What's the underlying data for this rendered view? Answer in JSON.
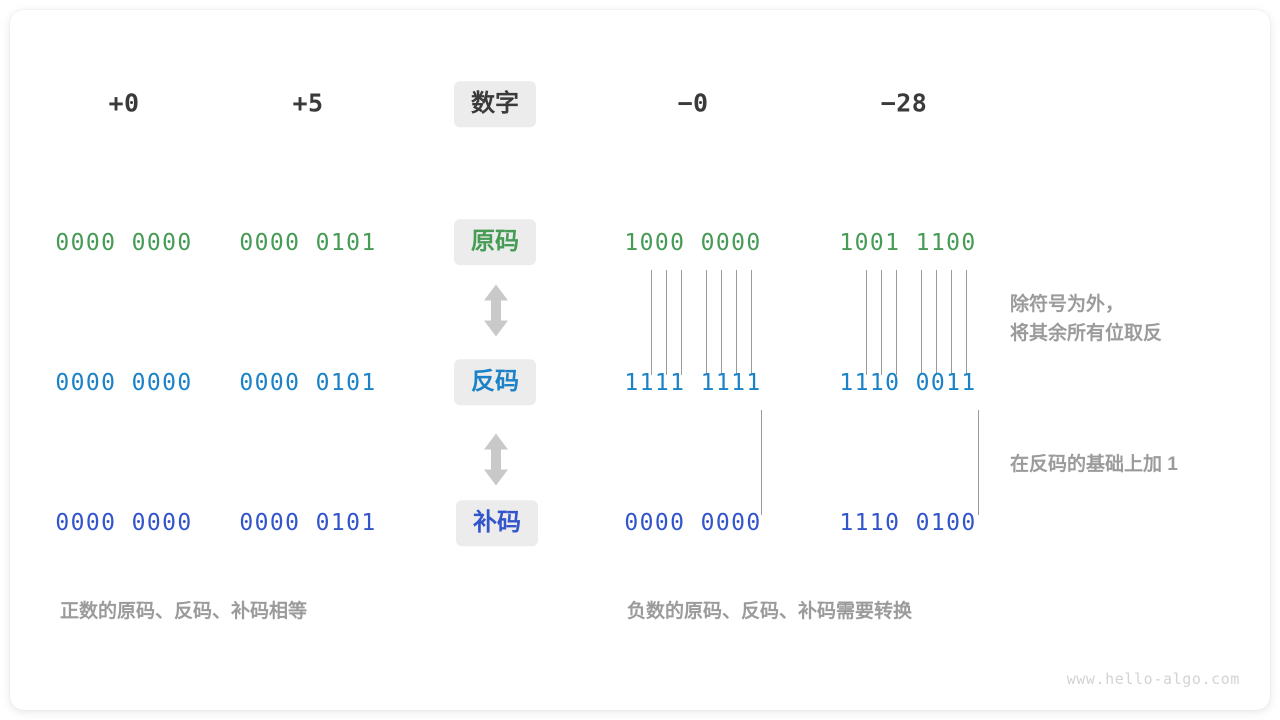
{
  "figure": {
    "watermark": "www.hello-algo.com",
    "background": "#ffffff",
    "card_color": "#ffffff"
  },
  "colors": {
    "number_label": "#3a3a3a",
    "true_form": "#469b55",
    "inverse_form": "#1b82c8",
    "complement_form": "#3355cc",
    "annotation": "#9b9b9b",
    "chip_bg": "#ececec",
    "line": "#9a9a9a"
  },
  "row_labels": {
    "number": "数字",
    "true_form": "原码",
    "inverse_form": "反码",
    "complement_form": "补码"
  },
  "columns": [
    {
      "header": "+0",
      "true_form": "0000 0000",
      "inverse_form": "0000 0000",
      "complement_form": "0000 0000"
    },
    {
      "header": "+5",
      "true_form": "0000 0101",
      "inverse_form": "0000 0101",
      "complement_form": "0000 0101"
    },
    {
      "header": "−0",
      "true_form": "1000 0000",
      "inverse_form": "1111 1111",
      "complement_form": "0000 0000"
    },
    {
      "header": "−28",
      "true_form": "1001 1100",
      "inverse_form": "1110 0011",
      "complement_form": "1110 0100"
    }
  ],
  "annotations": {
    "invert": "除符号为外，\n将其余所有位取反",
    "add_one": "在反码的基础上加 1"
  },
  "captions": {
    "positive": "正数的原码、反码、补码相等",
    "negative": "负数的原码、反码、补码需要转换"
  },
  "arrows": {
    "true_to_inverse": "up-down-arrow",
    "inverse_to_complement": "up-down-arrow"
  }
}
